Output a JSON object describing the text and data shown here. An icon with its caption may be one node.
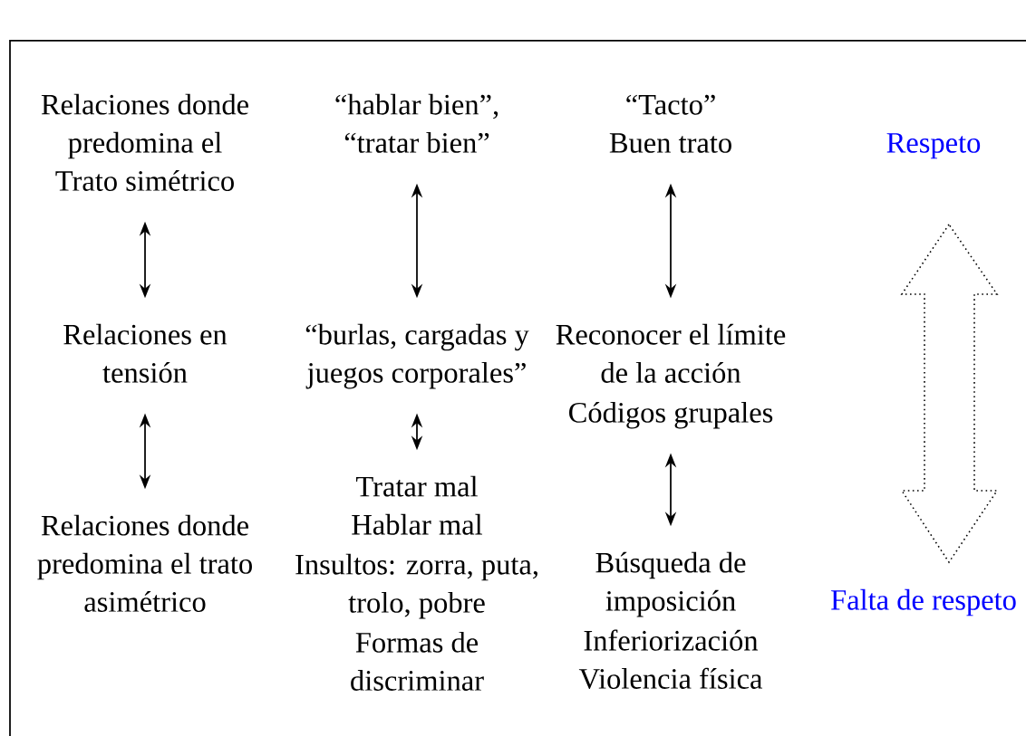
{
  "diagram": {
    "nodes": [
      {
        "text": [
          "Relaciones donde predomina el Trato simétrico"
        ]
      },
      {
        "text": [
          "Relaciones en tensión"
        ]
      },
      {
        "text": [
          "Relaciones donde predomina el trato asimétrico"
        ]
      },
      {
        "text": [
          "“hablar bien”, “tratar bien”"
        ]
      },
      {
        "text": [
          "“burlas, cargadas y juegos corporales”"
        ]
      },
      {
        "text": [
          "Tratar mal",
          "Hablar mal",
          "Insultos: zorra, puta, trolo, pobre",
          "Formas de discriminar"
        ]
      },
      {
        "text": [
          "“Tacto”",
          "Buen trato"
        ]
      },
      {
        "text": [
          "Reconocer el límite de la acción",
          "Códigos grupales"
        ]
      },
      {
        "text": [
          "Búsqueda de imposición",
          "Inferiorización",
          "Violencia física"
        ]
      },
      {
        "text": [
          "Respeto"
        ]
      },
      {
        "text": [
          "Falta de respeto"
        ]
      }
    ],
    "edges": [
      {
        "from": 0,
        "to": 1,
        "arrow": "both"
      },
      {
        "from": 1,
        "to": 2,
        "arrow": "both"
      },
      {
        "from": 3,
        "to": 4,
        "arrow": "both"
      },
      {
        "from": 4,
        "to": 5,
        "arrow": "both"
      },
      {
        "from": 6,
        "to": 7,
        "arrow": "both"
      },
      {
        "from": 7,
        "to": 8,
        "arrow": "both"
      },
      {
        "from": 9,
        "to": 10,
        "arrow": "both"
      }
    ]
  }
}
